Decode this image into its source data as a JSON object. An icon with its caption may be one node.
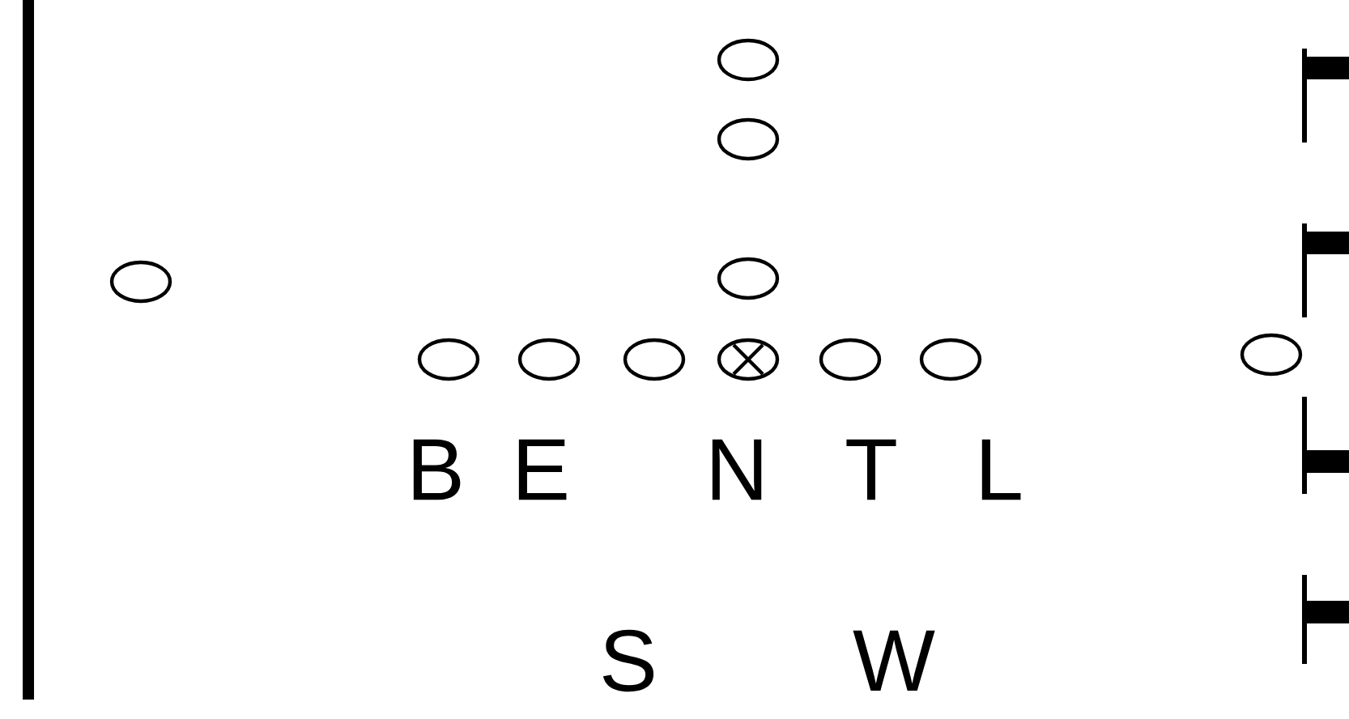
{
  "diagram": {
    "nodes": [
      {
        "text": [],
        "shape": "circle"
      },
      {
        "text": [],
        "shape": "circle"
      },
      {
        "text": [],
        "shape": "circle"
      },
      {
        "text": [],
        "shape": "circle"
      },
      {
        "text": [],
        "shape": "circle"
      },
      {
        "text": [],
        "shape": "circle"
      },
      {
        "text": [],
        "shape": "circle"
      },
      {
        "text": [],
        "shape": "circle"
      },
      {
        "text": [],
        "shape": "circle"
      },
      {
        "text": [],
        "shape": "circle"
      },
      {
        "text": [],
        "shape": "circle"
      }
    ],
    "labels": [
      "B",
      "E",
      "N",
      "T",
      "L",
      "S",
      "W"
    ]
  }
}
